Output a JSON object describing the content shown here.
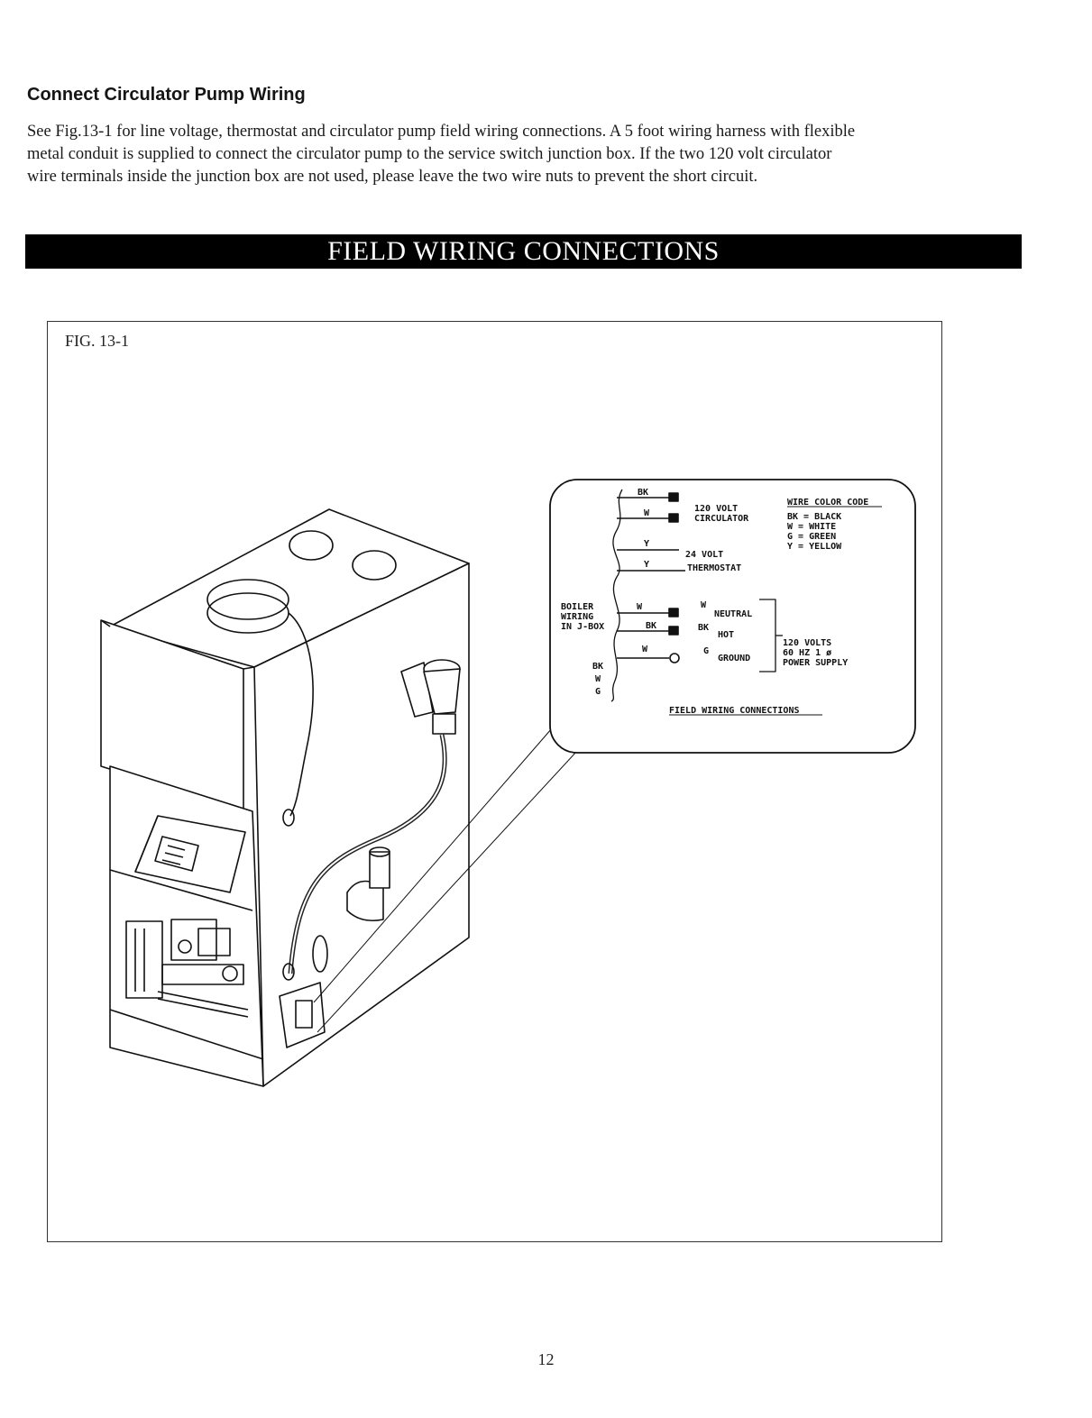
{
  "heading": "Connect Circulator Pump Wiring",
  "intro": {
    "line1": "See Fig.13-1 for line voltage, thermostat and circulator pump field wiring connections.  A 5 foot wiring harness with flexible",
    "line2": "metal conduit is supplied to connect the circulator pump to the service switch junction box.  If the two 120 volt circulator",
    "line3": "wire terminals inside the junction box are not used, please leave the two wire nuts to prevent the short circuit."
  },
  "banner": "FIELD WIRING CONNECTIONS",
  "figure": {
    "label": "FIG. 13-1",
    "inset": {
      "circulator": {
        "line1": "120 VOLT",
        "line2": "CIRCULATOR"
      },
      "thermostat": {
        "line1": "24 VOLT",
        "line2": "THERMOSTAT"
      },
      "boiler_wiring": {
        "line1": "BOILER",
        "line2": "WIRING",
        "line3": "IN J-BOX"
      },
      "wire_labels": {
        "bk": "BK",
        "w": "W",
        "y": "Y",
        "g": "G"
      },
      "neutral": "NEUTRAL",
      "hot": "HOT",
      "ground": "GROUND",
      "power": {
        "line1": "120 VOLTS",
        "line2": "60 HZ 1 ø",
        "line3": "POWER SUPPLY"
      },
      "color_code": {
        "title": "WIRE COLOR CODE",
        "entries": [
          "BK = BLACK",
          "W = WHITE",
          "G = GREEN",
          "Y = YELLOW"
        ]
      },
      "caption": "FIELD WIRING CONNECTIONS"
    }
  },
  "page_number": "12"
}
